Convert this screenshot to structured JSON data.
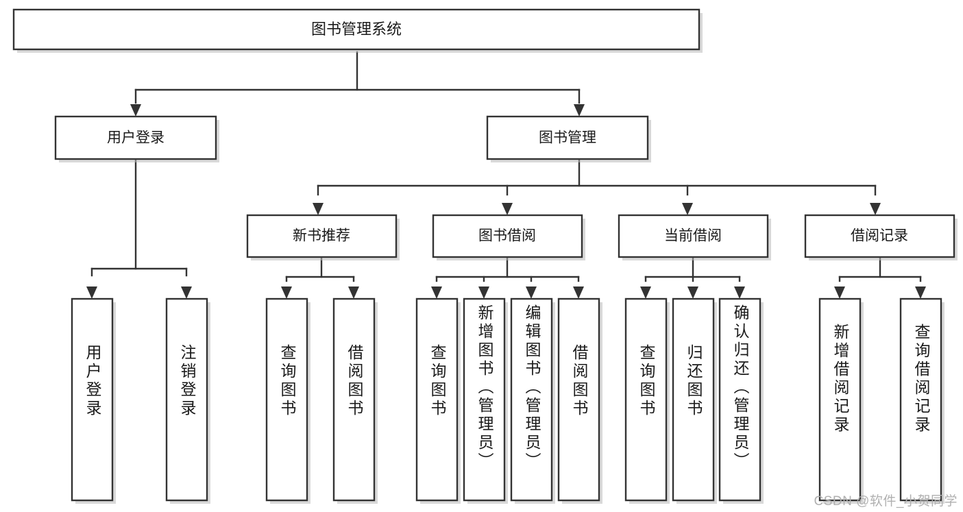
{
  "diagram": {
    "title": "图书管理系统",
    "type": "tree-hierarchy",
    "root": {
      "label": "图书管理系统",
      "orientation": "horizontal"
    },
    "level2": [
      {
        "label": "用户登录",
        "orientation": "horizontal"
      },
      {
        "label": "图书管理",
        "orientation": "horizontal"
      }
    ],
    "level3": [
      {
        "label": "新书推荐",
        "orientation": "horizontal",
        "parent": "图书管理"
      },
      {
        "label": "图书借阅",
        "orientation": "horizontal",
        "parent": "图书管理"
      },
      {
        "label": "当前借阅",
        "orientation": "horizontal",
        "parent": "图书管理"
      },
      {
        "label": "借阅记录",
        "orientation": "horizontal",
        "parent": "图书管理"
      }
    ],
    "leaves": {
      "user_login": [
        {
          "label": "用户登录",
          "orientation": "vertical"
        },
        {
          "label": "注销登录",
          "orientation": "vertical"
        }
      ],
      "new_book_recommend": [
        {
          "label": "查询图书",
          "orientation": "vertical"
        },
        {
          "label": "借阅图书",
          "orientation": "vertical"
        }
      ],
      "book_borrow": [
        {
          "label": "查询图书",
          "orientation": "vertical"
        },
        {
          "label": "新增图书（管理员）",
          "orientation": "vertical"
        },
        {
          "label": "编辑图书（管理员）",
          "orientation": "vertical"
        },
        {
          "label": "借阅图书",
          "orientation": "vertical"
        }
      ],
      "current_borrow": [
        {
          "label": "查询图书",
          "orientation": "vertical"
        },
        {
          "label": "归还图书",
          "orientation": "vertical"
        },
        {
          "label": "确认归还（管理员）",
          "orientation": "vertical"
        }
      ],
      "borrow_record": [
        {
          "label": "新增借阅记录",
          "orientation": "vertical"
        },
        {
          "label": "查询借阅记录",
          "orientation": "vertical"
        }
      ]
    },
    "colors": {
      "box_fill": "#ffffff",
      "box_stroke": "#333333",
      "text": "#1a1a1a",
      "connector": "#333333",
      "shadow": "#b9b9b9",
      "watermark": "#b0b0b0",
      "background": "#ffffff"
    }
  },
  "watermark": {
    "text": "CSDN @软件_小贺同学"
  }
}
